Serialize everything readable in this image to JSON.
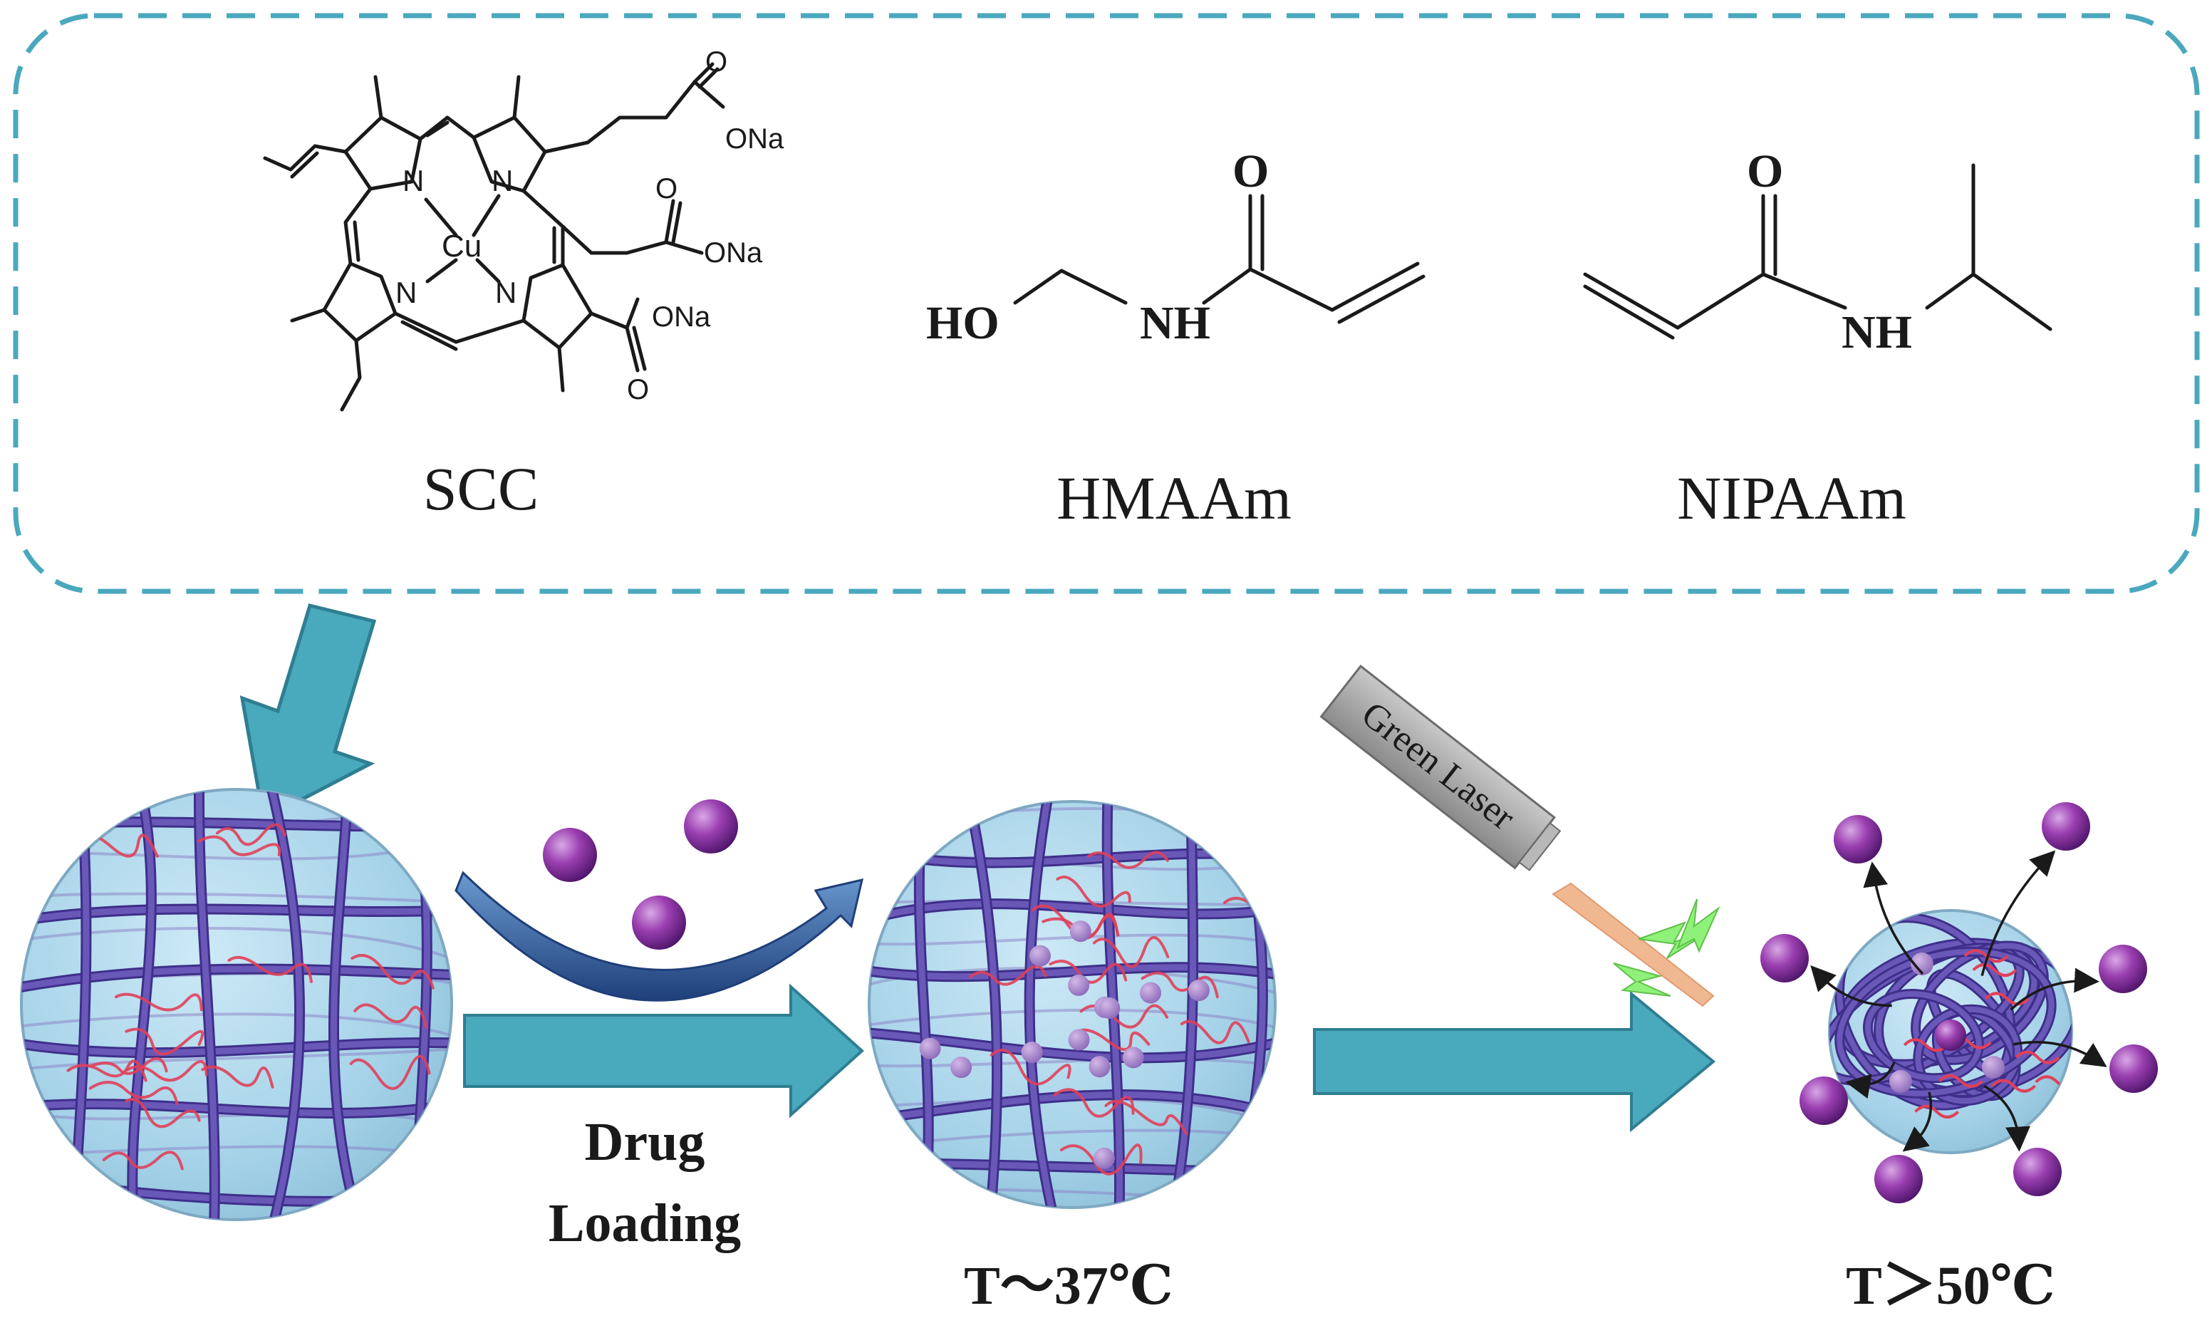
{
  "molecules": {
    "scc": {
      "name": "SCC",
      "metal": "Cu",
      "nitrogen": "N",
      "oxygen": "O",
      "sodium_salt": "ONa"
    },
    "hmaam": {
      "name": "HMAAm",
      "hydroxyl": "HO",
      "amide_nh": "NH",
      "carbonyl_o": "O"
    },
    "nipaam": {
      "name": "NIPAAm",
      "amide_nh": "NH",
      "carbonyl_o": "O"
    }
  },
  "process": {
    "drug_loading_line1": "Drug",
    "drug_loading_line2": "Loading",
    "laser_label": "Green Laser",
    "temp_loaded": "T～37℃",
    "temp_released": "T＞50℃"
  },
  "colors": {
    "dashed_border": "#4aa8be",
    "arrow_teal": "#49a9bd",
    "curved_arrow": "#3a67a8",
    "gel_blue": "#a9d5ea",
    "polymer_purple": "#5b4aa8",
    "crosslink_red": "#e0405a",
    "drug_purple": "#8a2f9a",
    "laser_gray": "#9a9a9a",
    "laser_beam": "#f0b890",
    "laser_flash": "#8ff07a"
  },
  "icons": [
    "down-arrow-icon",
    "right-arrow-icon",
    "curved-arrow-icon",
    "laser-pointer-icon",
    "drug-molecule-icon"
  ]
}
